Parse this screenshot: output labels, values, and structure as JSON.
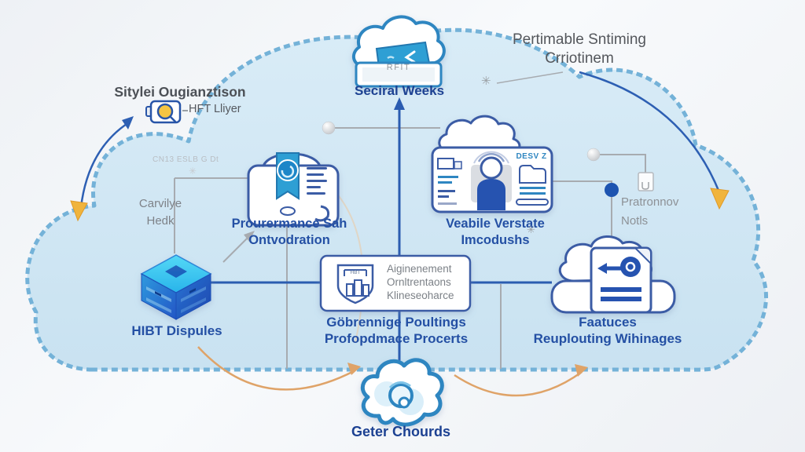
{
  "diagram": {
    "top_left": {
      "line1": "Sitylei Ougianztison",
      "line2": "HFT Lliyer"
    },
    "top_right": {
      "line1": "Pertimable Sntiming",
      "line2": "Crriotinem"
    },
    "security_node": {
      "label": "Seciral Weeks",
      "badge": "RFIT"
    },
    "performance_node": {
      "line1": "Prourermance Sah",
      "line2": "Ontvodration"
    },
    "versions_node": {
      "line1": "Veabile Verstate",
      "line2": "Imcodushs",
      "badge": "DESV Z"
    },
    "center_box": {
      "line1": "Aiginenement",
      "line2": "Ornltrentaons",
      "line3": "Klineseoharce",
      "shield_label": "HBT"
    },
    "governance_caption": {
      "line1": "Göbrennige Poultings",
      "line2": "Profopdmace Procerts"
    },
    "cube_node": {
      "label": "HIBT Dispules"
    },
    "features_node": {
      "line1": "Faatuces",
      "line2": "Reuplouting Wihinages"
    },
    "bottom_cloud_node": {
      "label": "Geter Chourds"
    },
    "left_note": {
      "line1": "Carvilye",
      "line2": "Hedk"
    },
    "right_note": {
      "line1": "Pratronnov",
      "line2": "Notls"
    },
    "faint_note": "CN13 ESLB G Dt",
    "asterisk": "✳"
  },
  "colors": {
    "cloud_fill": "#d3e8f5",
    "cloud_border": "#74b2d8",
    "label_blue": "#2450a4",
    "label_navy": "#1c4192",
    "label_gray": "#6b7077",
    "line_blue": "#2b5cb0",
    "line_gray": "#a7abb0",
    "accent_orange": "#dfa368",
    "accent_yellow": "#f0b43c",
    "cube_blue": "#2bb3e8",
    "icon_outline": "#3b5ba5"
  }
}
